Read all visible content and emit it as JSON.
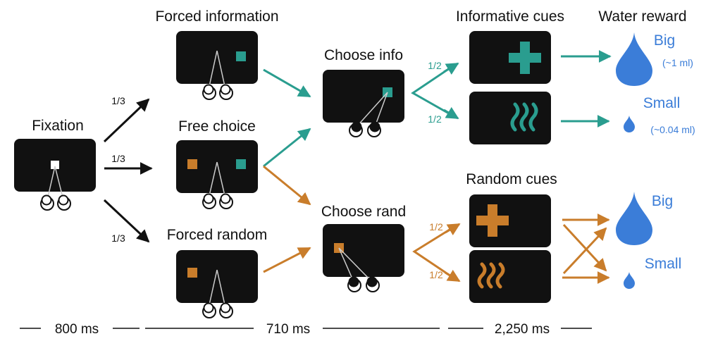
{
  "colors": {
    "info": "#2a9d8f",
    "random": "#c97d2b",
    "water": "#3b7dd8",
    "screen": "#111111"
  },
  "stages": {
    "fixation": "Fixation",
    "forced_info": "Forced information",
    "free_choice": "Free choice",
    "forced_random": "Forced random",
    "choose_info": "Choose info",
    "choose_rand": "Choose rand",
    "informative_cues": "Informative cues",
    "random_cues": "Random cues",
    "water_reward": "Water reward"
  },
  "probabilities": {
    "fix_to_forced_info": "1/3",
    "fix_to_free": "1/3",
    "fix_to_forced_random": "1/3",
    "info_big": "1/2",
    "info_small": "1/2",
    "rand_big": "1/2",
    "rand_small": "1/2"
  },
  "rewards": {
    "info_big": "Big",
    "info_big_amount": "(~1 ml)",
    "info_small": "Small",
    "info_small_amount": "(~0.04 ml)",
    "rand_big": "Big",
    "rand_small": "Small"
  },
  "timeline": {
    "t1": "800 ms",
    "t2": "710 ms",
    "t3": "2,250 ms"
  }
}
